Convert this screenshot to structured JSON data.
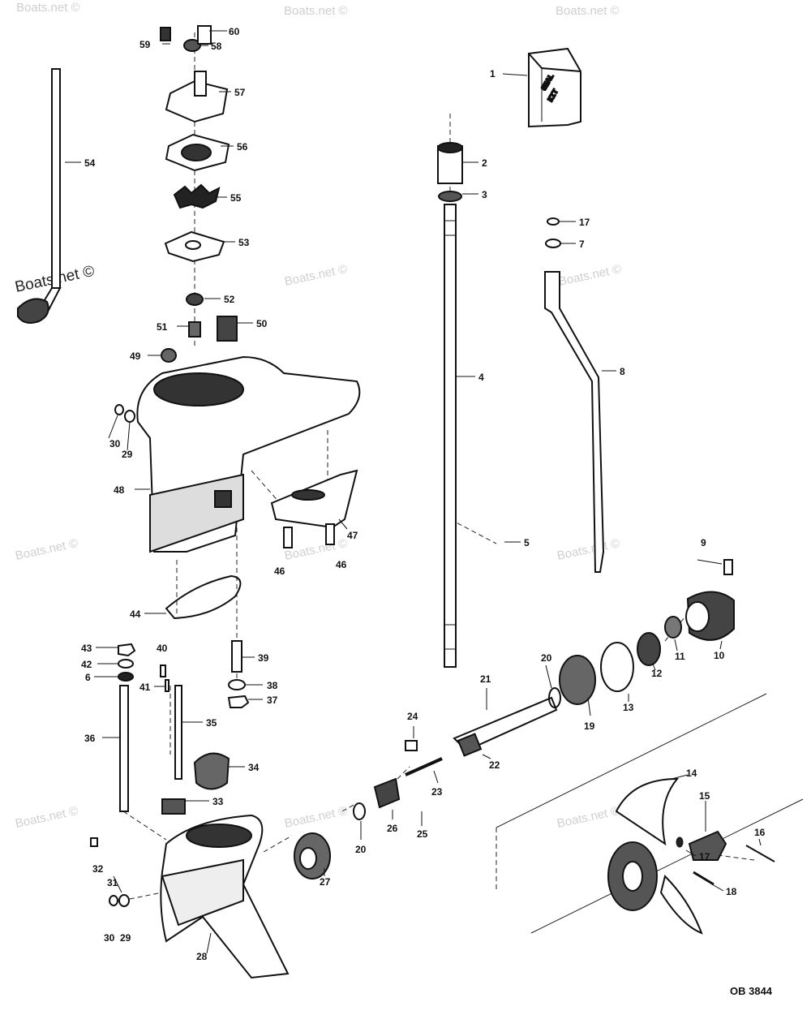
{
  "diagram_code": "OB 3844",
  "watermark": "Boats.net ©",
  "seal_kit_text": [
    "SEAL",
    "KIT"
  ],
  "callouts": [
    {
      "id": "c1",
      "text": "1"
    },
    {
      "id": "c2",
      "text": "2"
    },
    {
      "id": "c3",
      "text": "3"
    },
    {
      "id": "c4",
      "text": "4"
    },
    {
      "id": "c5",
      "text": "5"
    },
    {
      "id": "c6",
      "text": "6"
    },
    {
      "id": "c7",
      "text": "7"
    },
    {
      "id": "c8",
      "text": "8"
    },
    {
      "id": "c9",
      "text": "9"
    },
    {
      "id": "c10",
      "text": "10"
    },
    {
      "id": "c11",
      "text": "11"
    },
    {
      "id": "c12",
      "text": "12"
    },
    {
      "id": "c13",
      "text": "13"
    },
    {
      "id": "c14",
      "text": "14"
    },
    {
      "id": "c15",
      "text": "15"
    },
    {
      "id": "c16",
      "text": "16"
    },
    {
      "id": "c17a",
      "text": "17"
    },
    {
      "id": "c17b",
      "text": "17"
    },
    {
      "id": "c18",
      "text": "18"
    },
    {
      "id": "c19",
      "text": "19"
    },
    {
      "id": "c20a",
      "text": "20"
    },
    {
      "id": "c20b",
      "text": "20"
    },
    {
      "id": "c21",
      "text": "21"
    },
    {
      "id": "c22",
      "text": "22"
    },
    {
      "id": "c23",
      "text": "23"
    },
    {
      "id": "c24",
      "text": "24"
    },
    {
      "id": "c25",
      "text": "25"
    },
    {
      "id": "c26",
      "text": "26"
    },
    {
      "id": "c27",
      "text": "27"
    },
    {
      "id": "c28",
      "text": "28"
    },
    {
      "id": "c29a",
      "text": "29"
    },
    {
      "id": "c29b",
      "text": "29"
    },
    {
      "id": "c30a",
      "text": "30"
    },
    {
      "id": "c30b",
      "text": "30"
    },
    {
      "id": "c31",
      "text": "31"
    },
    {
      "id": "c32",
      "text": "32"
    },
    {
      "id": "c33",
      "text": "33"
    },
    {
      "id": "c34",
      "text": "34"
    },
    {
      "id": "c35",
      "text": "35"
    },
    {
      "id": "c36",
      "text": "36"
    },
    {
      "id": "c37",
      "text": "37"
    },
    {
      "id": "c38",
      "text": "38"
    },
    {
      "id": "c39",
      "text": "39"
    },
    {
      "id": "c40",
      "text": "40"
    },
    {
      "id": "c41",
      "text": "41"
    },
    {
      "id": "c42",
      "text": "42"
    },
    {
      "id": "c43",
      "text": "43"
    },
    {
      "id": "c44",
      "text": "44"
    },
    {
      "id": "c46a",
      "text": "46"
    },
    {
      "id": "c46b",
      "text": "46"
    },
    {
      "id": "c47",
      "text": "47"
    },
    {
      "id": "c48",
      "text": "48"
    },
    {
      "id": "c49",
      "text": "49"
    },
    {
      "id": "c50",
      "text": "50"
    },
    {
      "id": "c51",
      "text": "51"
    },
    {
      "id": "c52",
      "text": "52"
    },
    {
      "id": "c53",
      "text": "53"
    },
    {
      "id": "c54",
      "text": "54"
    },
    {
      "id": "c55",
      "text": "55"
    },
    {
      "id": "c56",
      "text": "56"
    },
    {
      "id": "c57",
      "text": "57"
    },
    {
      "id": "c58",
      "text": "58"
    },
    {
      "id": "c59",
      "text": "59"
    },
    {
      "id": "c60",
      "text": "60"
    }
  ]
}
